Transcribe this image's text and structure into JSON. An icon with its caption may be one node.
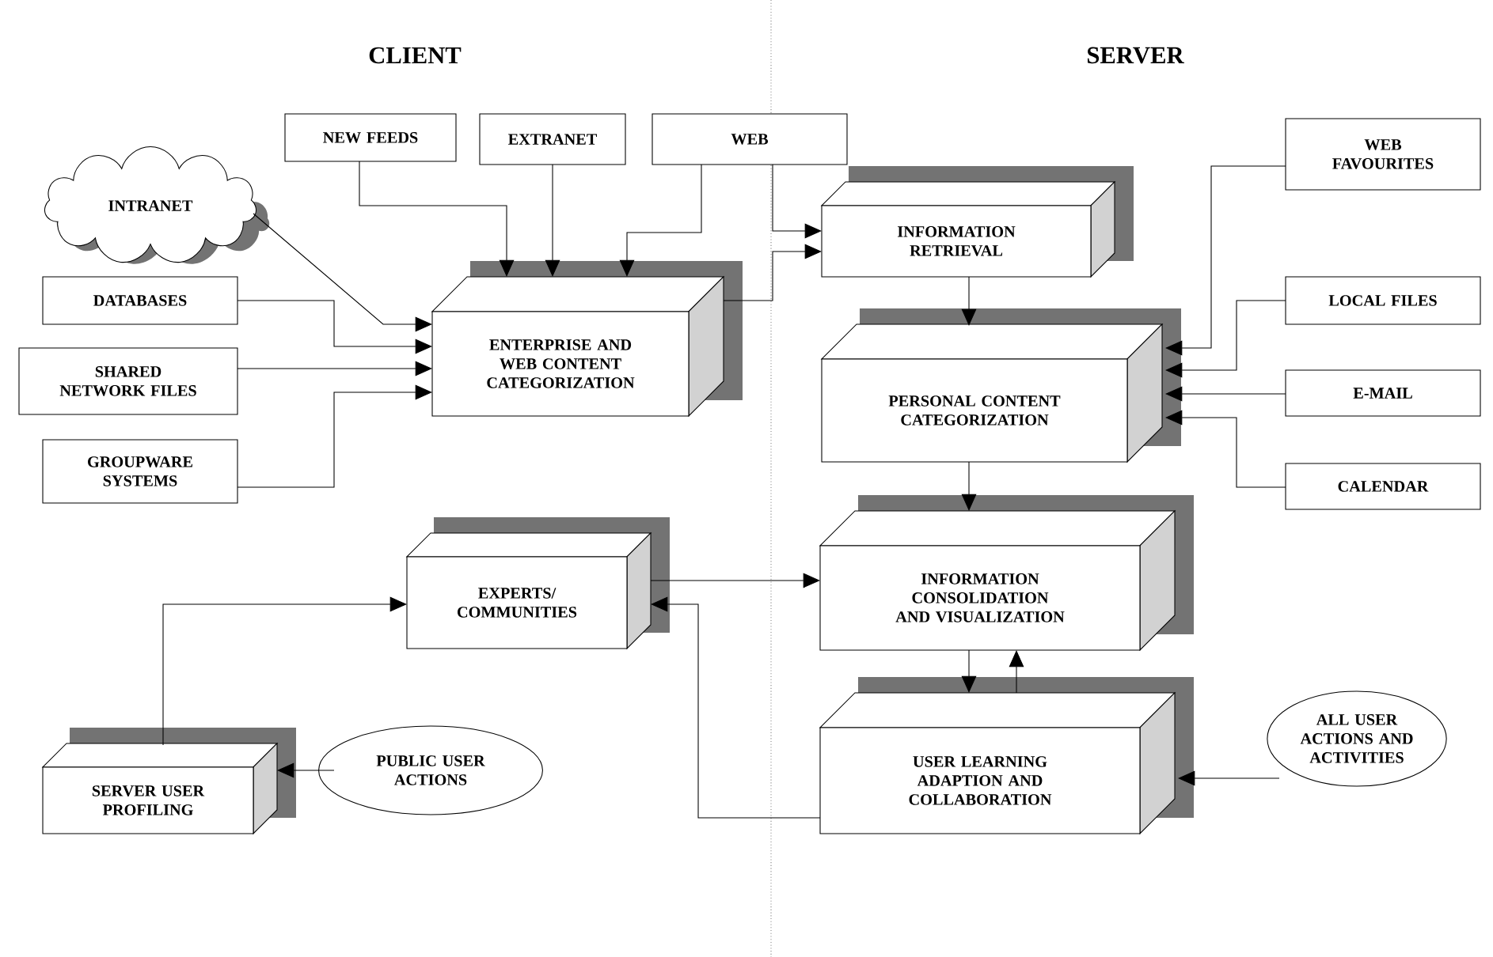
{
  "diagram": {
    "nodes": [
      {
        "text": [
          "INTRANET"
        ]
      },
      {
        "text": [
          "NEW FEEDS"
        ]
      },
      {
        "text": [
          "EXTRANET"
        ]
      },
      {
        "text": [
          "WEB"
        ]
      },
      {
        "text": [
          "ENTERPRISE AND WEB CONTENT CATEGORIZATION"
        ]
      },
      {
        "text": [
          "DATABASES"
        ]
      },
      {
        "text": [
          "SHARED NETWORK FILES"
        ]
      },
      {
        "text": [
          "GROUPWARE SYSTEMS"
        ]
      },
      {
        "text": [
          "INFORMATION RETRIEVAL"
        ]
      },
      {
        "text": [
          "WEB FAVOURITES"
        ]
      },
      {
        "text": [
          "PERSONAL CONTENT CATEGORIZATION"
        ]
      },
      {
        "text": [
          "LOCAL FILES"
        ]
      },
      {
        "text": [
          "E-MAIL"
        ]
      },
      {
        "text": [
          "CALENDAR"
        ]
      },
      {
        "text": [
          "EXPERTS/ COMMUNITIES"
        ]
      },
      {
        "text": [
          "INFORMATION CONSOLIDATION AND VISUALIZATION"
        ]
      },
      {
        "text": [
          "USER LEARNING ADAPTION AND COLLABORATION"
        ]
      },
      {
        "text": [
          "ALL USER ACTIONS AND ACTIVITIES"
        ]
      },
      {
        "text": [
          "SERVER USER PROFILING"
        ]
      },
      {
        "text": [
          "PUBLIC USER ACTIONS"
        ]
      }
    ],
    "edges": [
      {
        "from": 0,
        "to": 4,
        "arrow": "to"
      },
      {
        "from": 5,
        "to": 4,
        "arrow": "to"
      },
      {
        "from": 6,
        "to": 4,
        "arrow": "to"
      },
      {
        "from": 7,
        "to": 4,
        "arrow": "to"
      },
      {
        "from": 1,
        "to": 4,
        "arrow": "to"
      },
      {
        "from": 2,
        "to": 4,
        "arrow": "to"
      },
      {
        "from": 3,
        "to": 4,
        "arrow": "to"
      },
      {
        "from": 3,
        "to": 8,
        "arrow": "to"
      },
      {
        "from": 4,
        "to": 8,
        "arrow": "to"
      },
      {
        "from": 8,
        "to": 10,
        "arrow": "to"
      },
      {
        "from": 9,
        "to": 10,
        "arrow": "to"
      },
      {
        "from": 11,
        "to": 10,
        "arrow": "to"
      },
      {
        "from": 12,
        "to": 10,
        "arrow": "to"
      },
      {
        "from": 13,
        "to": 10,
        "arrow": "to"
      },
      {
        "from": 10,
        "to": 15,
        "arrow": "to"
      },
      {
        "from": 14,
        "to": 15,
        "arrow": "to"
      },
      {
        "from": 16,
        "to": 14,
        "arrow": "to"
      },
      {
        "from": 18,
        "to": 14,
        "arrow": "to"
      },
      {
        "from": 15,
        "to": 16,
        "arrow": "to"
      },
      {
        "from": 16,
        "to": 15,
        "arrow": "to"
      },
      {
        "from": 17,
        "to": 16,
        "arrow": "to"
      },
      {
        "from": 19,
        "to": 18,
        "arrow": "to"
      }
    ],
    "labels": [
      "CLIENT",
      "SERVER"
    ]
  }
}
